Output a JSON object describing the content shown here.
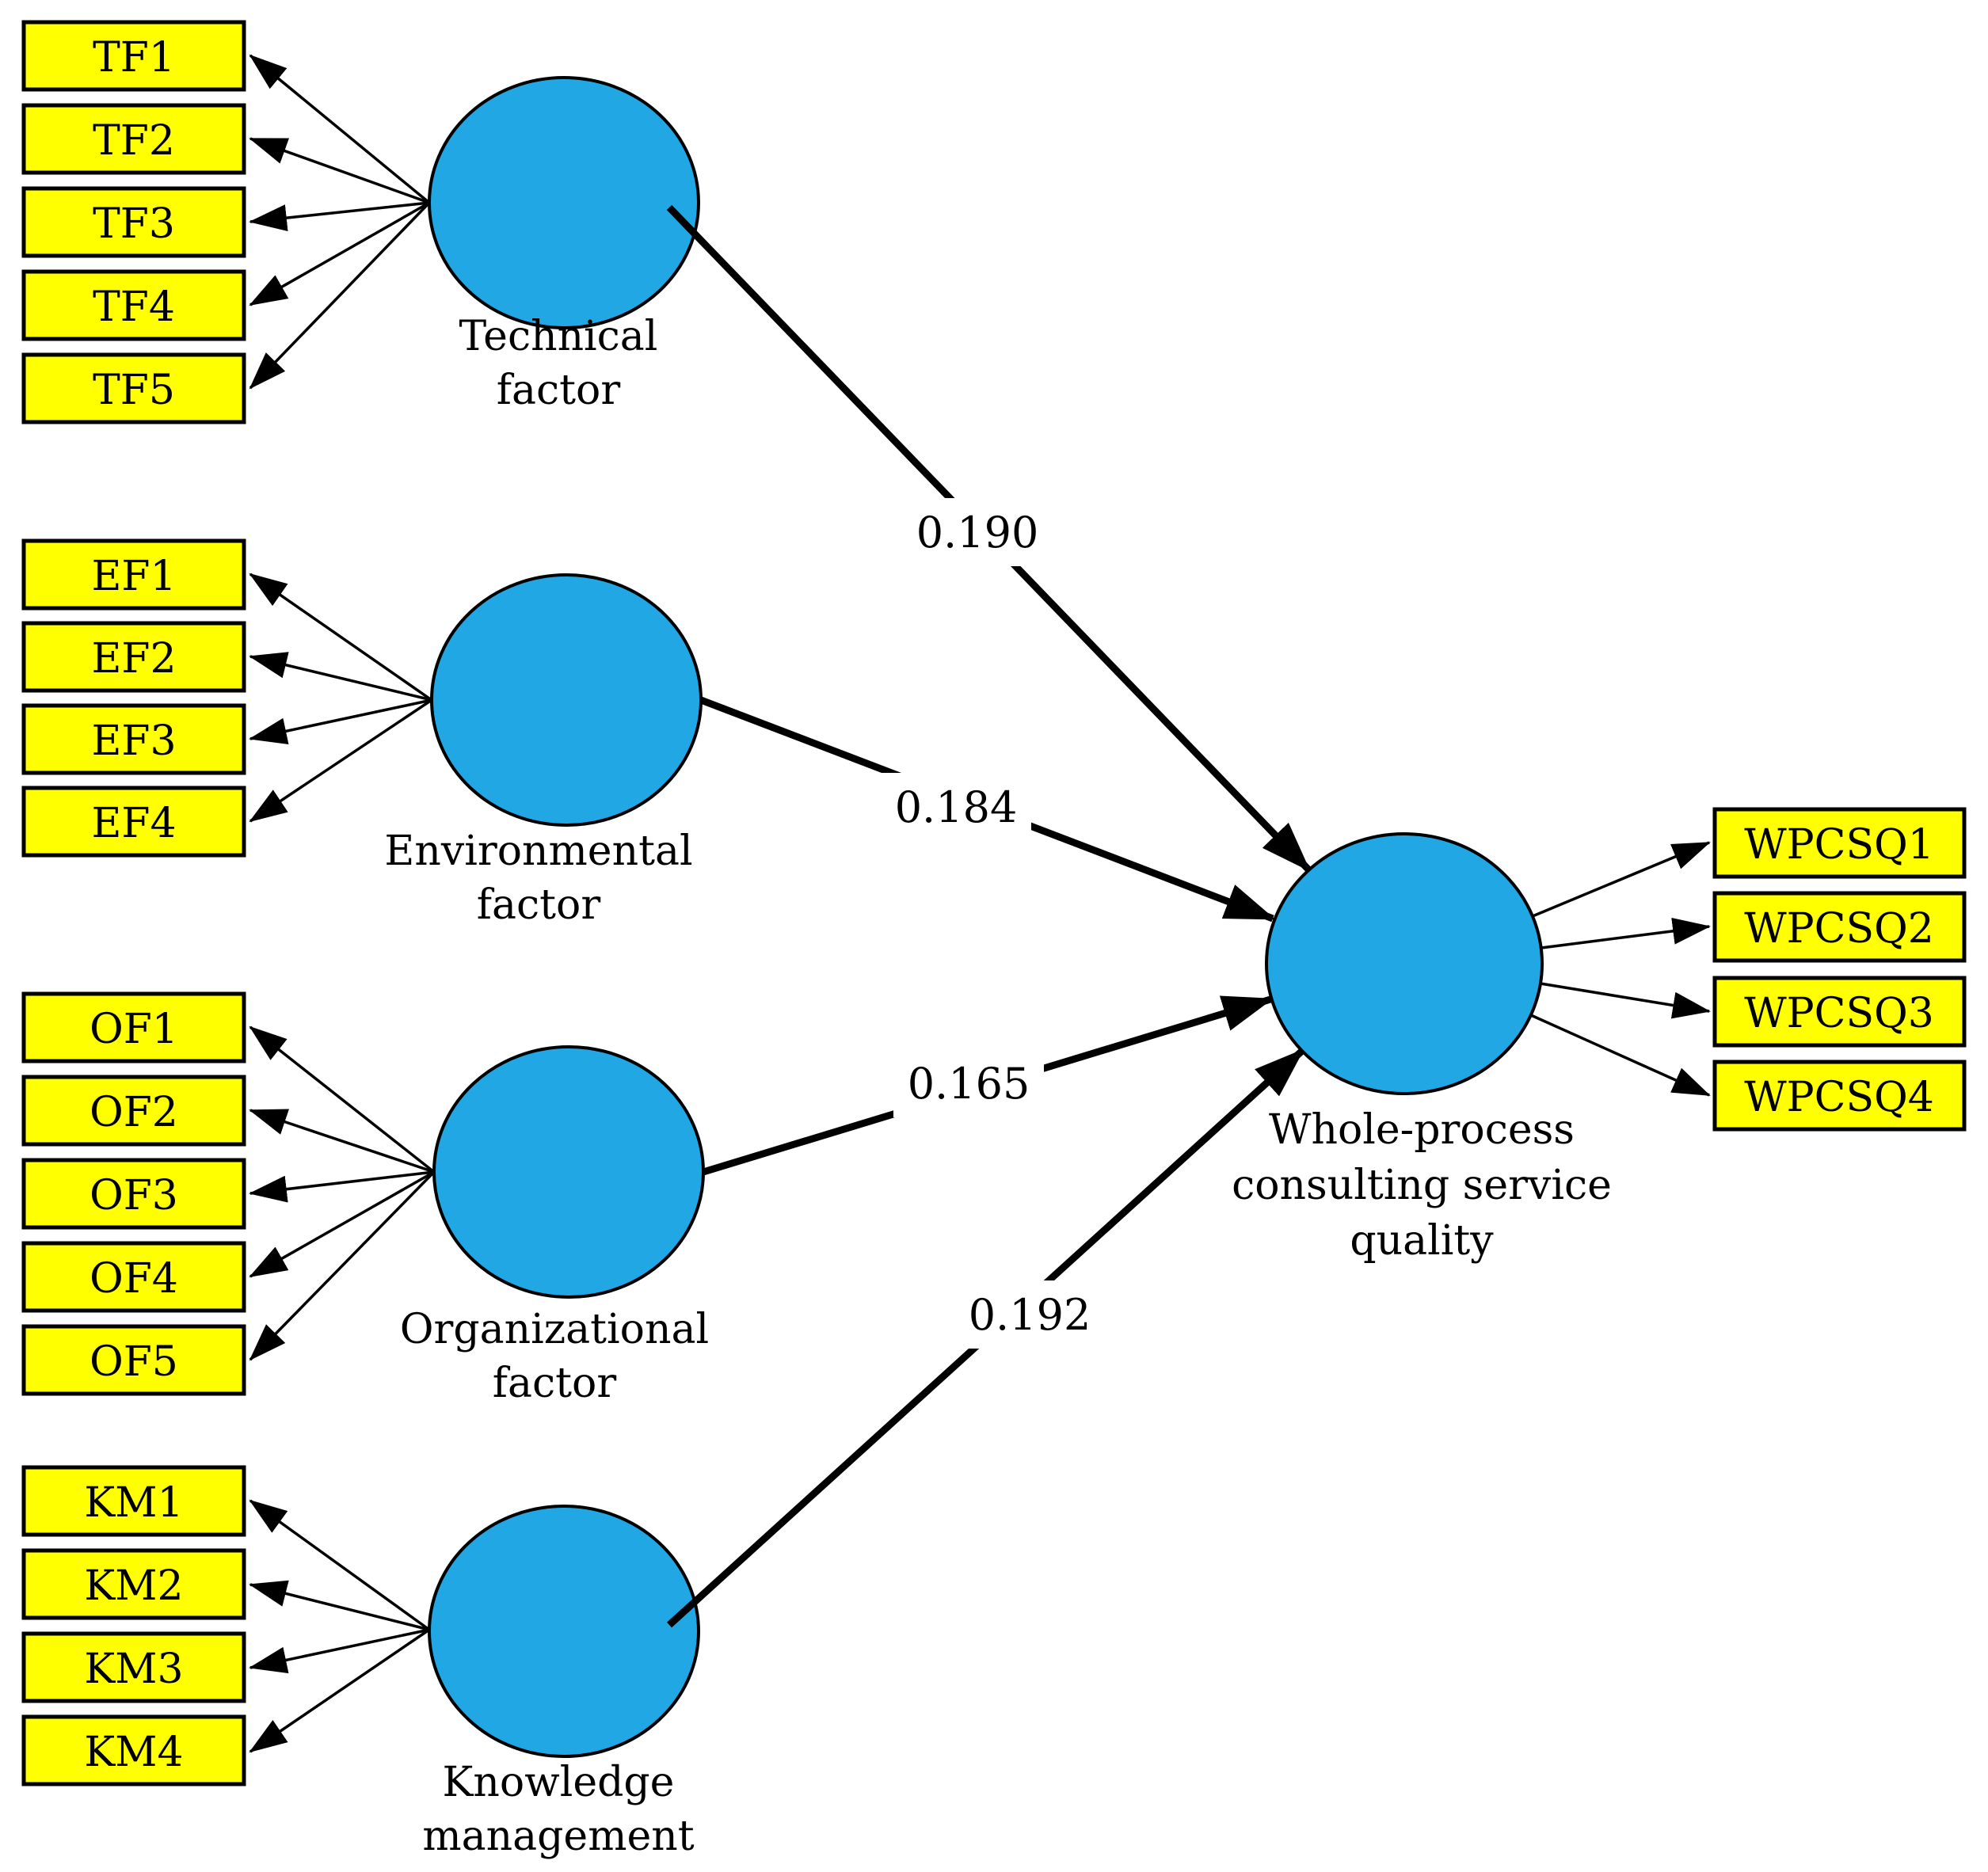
{
  "figure": {
    "background_color": "#FFFFFF",
    "colors": {
      "latent_fill": "#22A7E5",
      "latent_stroke": "#000000",
      "indicator_fill": "#FFFF00",
      "indicator_stroke": "#000000",
      "arrow_color": "#000000"
    },
    "constructs": {
      "technical": {
        "name": [
          "Technical",
          "factor"
        ],
        "indicators": [
          "TF1",
          "TF2",
          "TF3",
          "TF4",
          "TF5"
        ]
      },
      "environmental": {
        "name": [
          "Environmental",
          "factor"
        ],
        "indicators": [
          "EF1",
          "EF2",
          "EF3",
          "EF4"
        ]
      },
      "organizational": {
        "name": [
          "Organizational",
          "factor"
        ],
        "indicators": [
          "OF1",
          "OF2",
          "OF3",
          "OF4",
          "OF5"
        ]
      },
      "knowledge": {
        "name": [
          "Knowledge",
          "management"
        ],
        "indicators": [
          "KM1",
          "KM2",
          "KM3",
          "KM4"
        ]
      },
      "outcome": {
        "name": [
          "Whole-process",
          "consulting service",
          "quality"
        ],
        "indicators": [
          "WPCSQ1",
          "WPCSQ2",
          "WPCSQ3",
          "WPCSQ4"
        ]
      }
    },
    "paths": [
      {
        "from": "Technical factor",
        "to": "Whole-process consulting service quality",
        "coefficient": "0.190"
      },
      {
        "from": "Environmental factor",
        "to": "Whole-process consulting service quality",
        "coefficient": "0.184"
      },
      {
        "from": "Organizational factor",
        "to": "Whole-process consulting service quality",
        "coefficient": "0.165"
      },
      {
        "from": "Knowledge management",
        "to": "Whole-process consulting service quality",
        "coefficient": "0.192"
      }
    ]
  }
}
